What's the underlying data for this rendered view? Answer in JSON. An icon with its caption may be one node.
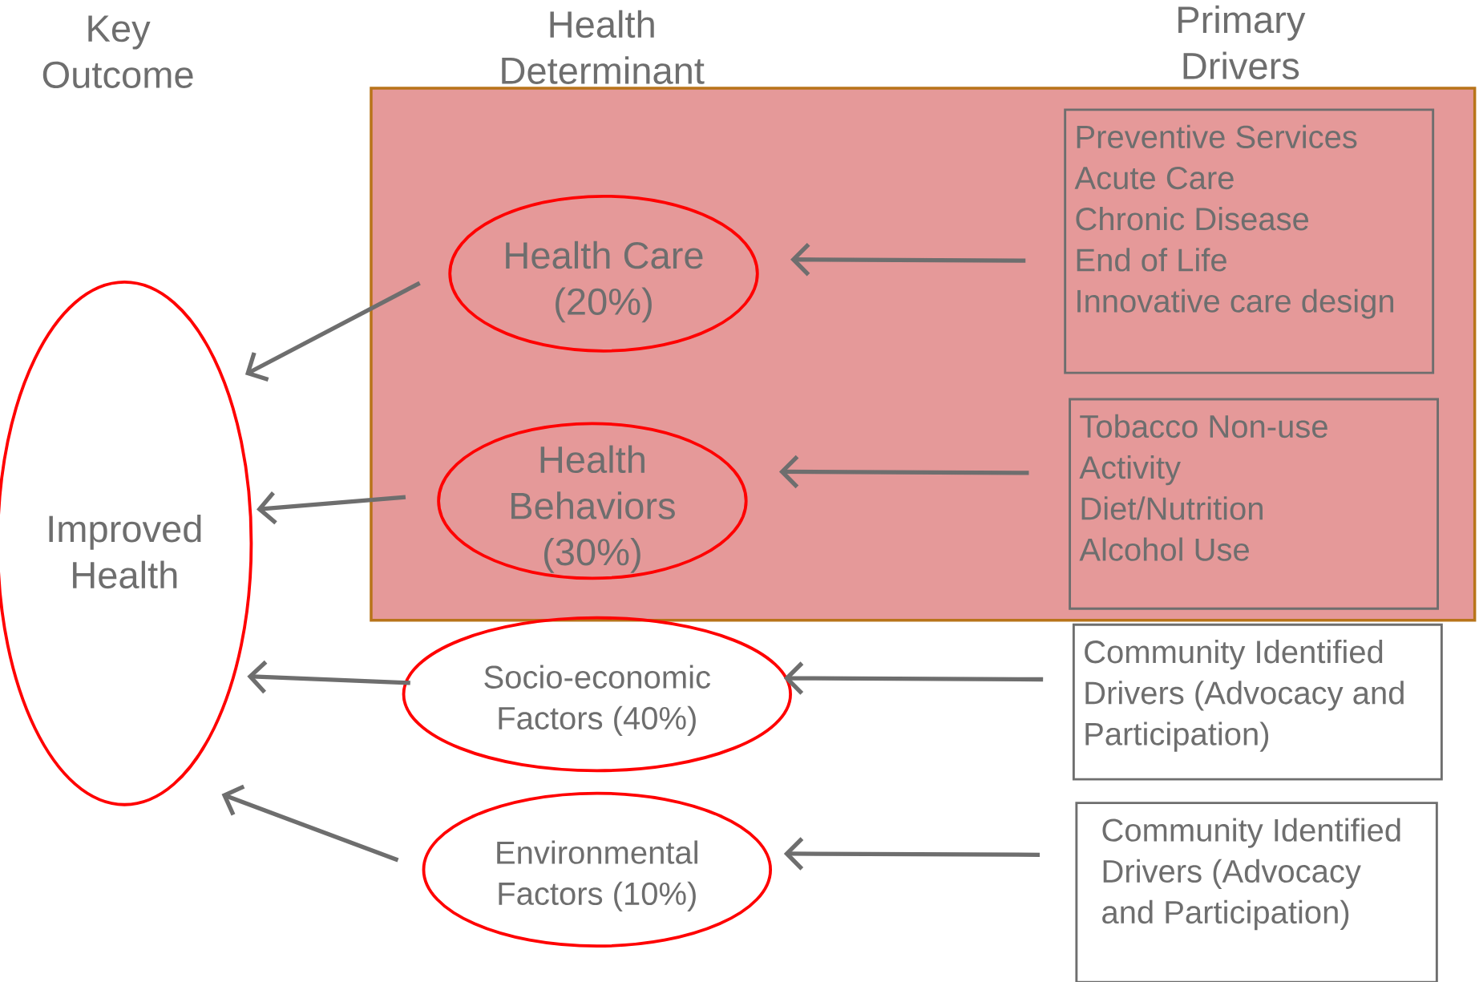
{
  "diagram": {
    "nodes": [
      {
        "text": [
          "Improved Health"
        ]
      },
      {
        "text": [],
        "shape": "box"
      },
      {
        "text": [
          "Health Care (20%)"
        ],
        "in": 1
      },
      {
        "text": [
          "Preventive Services",
          "Acute Care",
          "Chronic Disease",
          "End of Life",
          "Innovative care design"
        ],
        "in": 1
      },
      {
        "text": [
          "Health Behaviors (30%)"
        ],
        "in": 1
      },
      {
        "text": [
          "Tobacco Non-use",
          "Activity",
          "Diet/Nutrition",
          "Alcohol Use"
        ],
        "in": 1
      },
      {
        "text": [
          "Socio-economic Factors (40%)"
        ]
      },
      {
        "text": [
          "Community Identified Drivers (Advocacy and Participation)"
        ]
      },
      {
        "text": [
          "Environmental Factors (10%)"
        ]
      },
      {
        "text": [
          "Community Identified Drivers (Advocacy and Participation)"
        ]
      }
    ],
    "edges": [
      {
        "from": 3,
        "to": 2,
        "arrow": "to"
      },
      {
        "from": 5,
        "to": 4,
        "arrow": "to"
      },
      {
        "from": 7,
        "to": 6,
        "arrow": "to"
      },
      {
        "from": 9,
        "to": 8,
        "arrow": "to"
      },
      {
        "from": 2,
        "to": 0,
        "arrow": "to"
      },
      {
        "from": 4,
        "to": 0,
        "arrow": "to"
      },
      {
        "from": 6,
        "to": 0,
        "arrow": "to"
      },
      {
        "from": 8,
        "to": 0,
        "arrow": "to"
      }
    ],
    "labels": [
      "Key Outcome",
      "Health Determinant",
      "Primary Drivers"
    ]
  }
}
